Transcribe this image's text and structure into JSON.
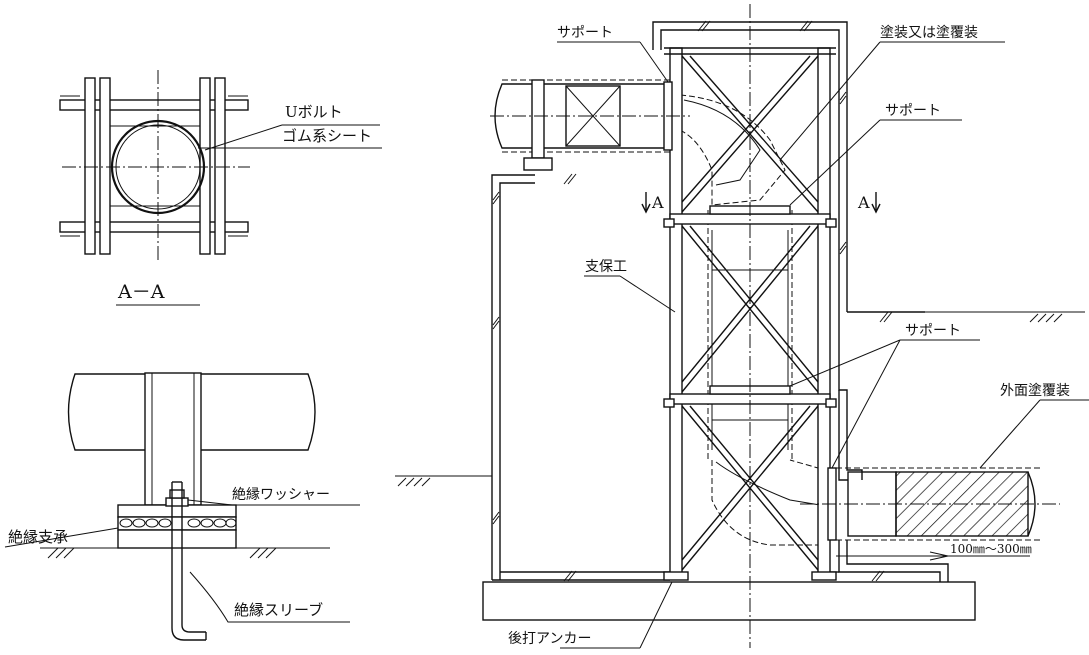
{
  "labels": {
    "u_bolt": "Uボルト",
    "rubber_sheet": "ゴム系シート",
    "section_aa": "A－A",
    "insulating_washer": "絶縁ワッシャー",
    "insulating_bearing": "絶縁支承",
    "insulating_sleeve": "絶縁スリーブ",
    "support_1": "サポート",
    "coating": "塗装又は塗覆装",
    "support_2": "サポート",
    "support_3": "サポート",
    "shoring": "支保工",
    "outer_coating": "外面塗覆装",
    "section_mark_left": "A",
    "section_mark_right": "A",
    "clearance": "100㎜～300㎜",
    "post_anchor": "後打アンカー"
  }
}
